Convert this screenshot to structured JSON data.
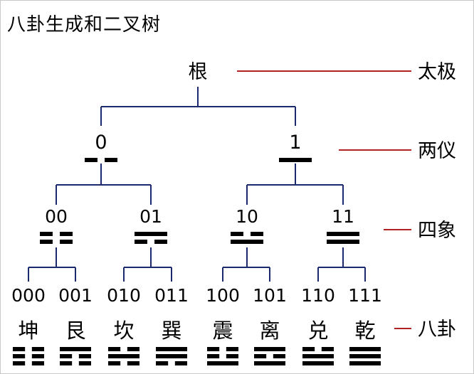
{
  "title": "八卦生成和二叉树",
  "root": "根",
  "levels": [
    {
      "label": "太极",
      "nodes": [
        "根"
      ]
    },
    {
      "label": "两仪",
      "nodes": [
        "0",
        "1"
      ]
    },
    {
      "label": "四象",
      "nodes": [
        "00",
        "01",
        "10",
        "11"
      ]
    },
    {
      "label": "八卦",
      "nodes": [
        "000",
        "001",
        "010",
        "011",
        "100",
        "101",
        "110",
        "111"
      ]
    }
  ],
  "trigram_names": [
    "坤",
    "艮",
    "坎",
    "巽",
    "震",
    "离",
    "兑",
    "乾"
  ],
  "colors": {
    "tree_lines": "#1a2a6c",
    "level_rule": "#b22222",
    "text": "#000000"
  }
}
